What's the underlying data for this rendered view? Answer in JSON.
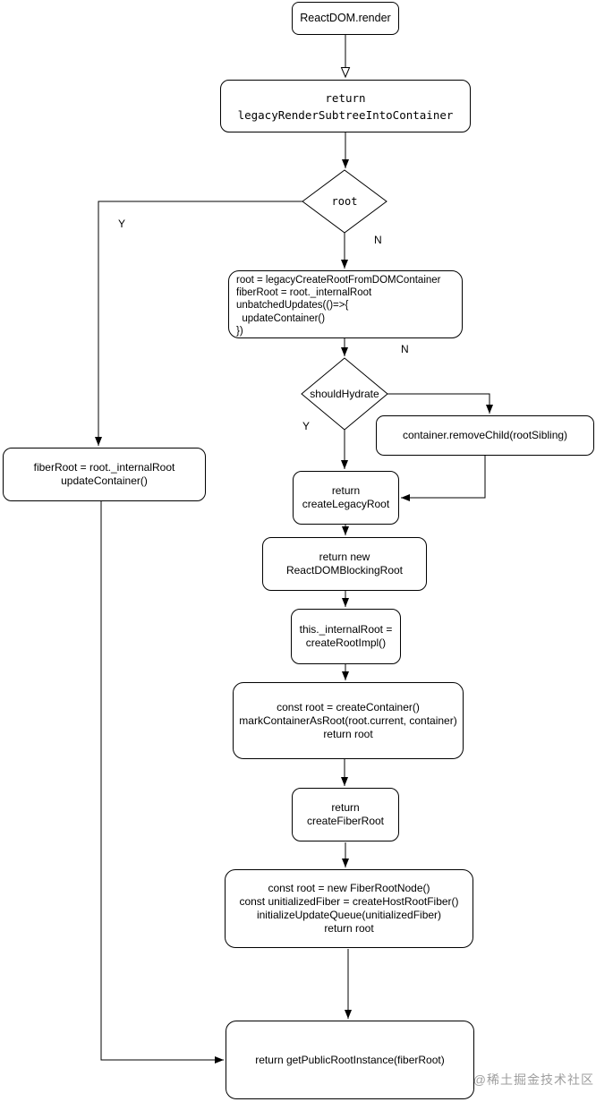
{
  "diagram": {
    "nodes": {
      "react_dom_render": {
        "label": "ReactDOM.render"
      },
      "legacy_render_subtree": {
        "label": "return\nlegacyRenderSubtreeIntoContainer"
      },
      "root_decision": {
        "label": "root"
      },
      "legacy_create_root_code": {
        "label": "root = legacyCreateRootFromDOMContainer\nfiberRoot = root._internalRoot\nunbatchedUpdates(()=>{\n  updateContainer()\n})"
      },
      "should_hydrate_decision": {
        "label": "shouldHydrate"
      },
      "container_remove_child": {
        "label": "container.removeChild(rootSibling)"
      },
      "create_legacy_root": {
        "label": "return\ncreateLegacyRoot"
      },
      "react_dom_blocking_root": {
        "label": "return new\nReactDOMBlockingRoot"
      },
      "create_root_impl": {
        "label": "this._internalRoot =\ncreateRootImpl()"
      },
      "create_container": {
        "label": "const root = createContainer()\nmarkContainerAsRoot(root.current, container)\nreturn root"
      },
      "create_fiber_root": {
        "label": "return\ncreateFiberRoot"
      },
      "fiber_root_node": {
        "label": "const root = new FiberRootNode()\nconst unitializedFiber = createHostRootFiber()\ninitializeUpdateQueue(unitializedFiber)\nreturn root"
      },
      "get_public_root_instance": {
        "label": "return getPublicRootInstance(fiberRoot)"
      },
      "update_container": {
        "label": "fiberRoot = root._internalRoot\nupdateContainer()"
      }
    },
    "edge_labels": {
      "root_yes": "Y",
      "root_no": "N",
      "hydrate_no": "N",
      "hydrate_yes": "Y"
    },
    "watermark": "@稀土掘金技术社区",
    "colors": {
      "stroke": "#000000",
      "background": "#ffffff",
      "watermark": "#9e9e9e"
    }
  }
}
